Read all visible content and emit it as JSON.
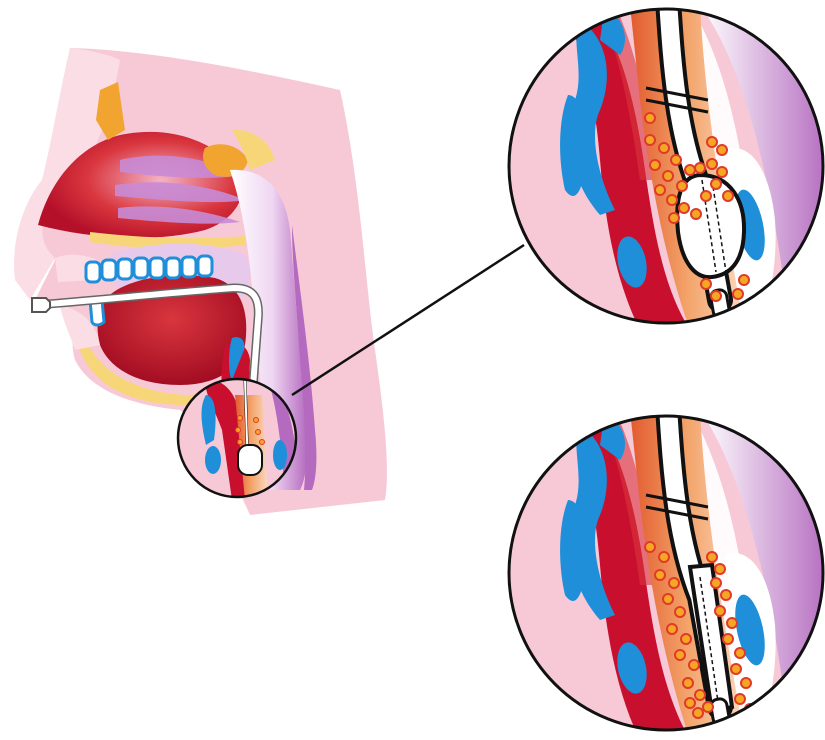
{
  "illustration": {
    "panels": [
      "head-cross-section",
      "detail-inflated-balloon",
      "detail-deflated-balloon"
    ],
    "colors": {
      "background": "#ffffff",
      "skin": "#f7c9d6",
      "tissue_dark": "#c8102e",
      "tissue_mid": "#d9363e",
      "bone": "#f2a431",
      "bone_light": "#f7d67a",
      "airway_purple": "#b46bbf",
      "airway_light": "#e7c9ec",
      "vessel_blue": "#1e8fd8",
      "lumen_orange": "#f19a55",
      "dot_fill": "#f5a623",
      "dot_ring": "#e03a2a",
      "tube": "#ffffff",
      "outline": "#111111"
    }
  }
}
